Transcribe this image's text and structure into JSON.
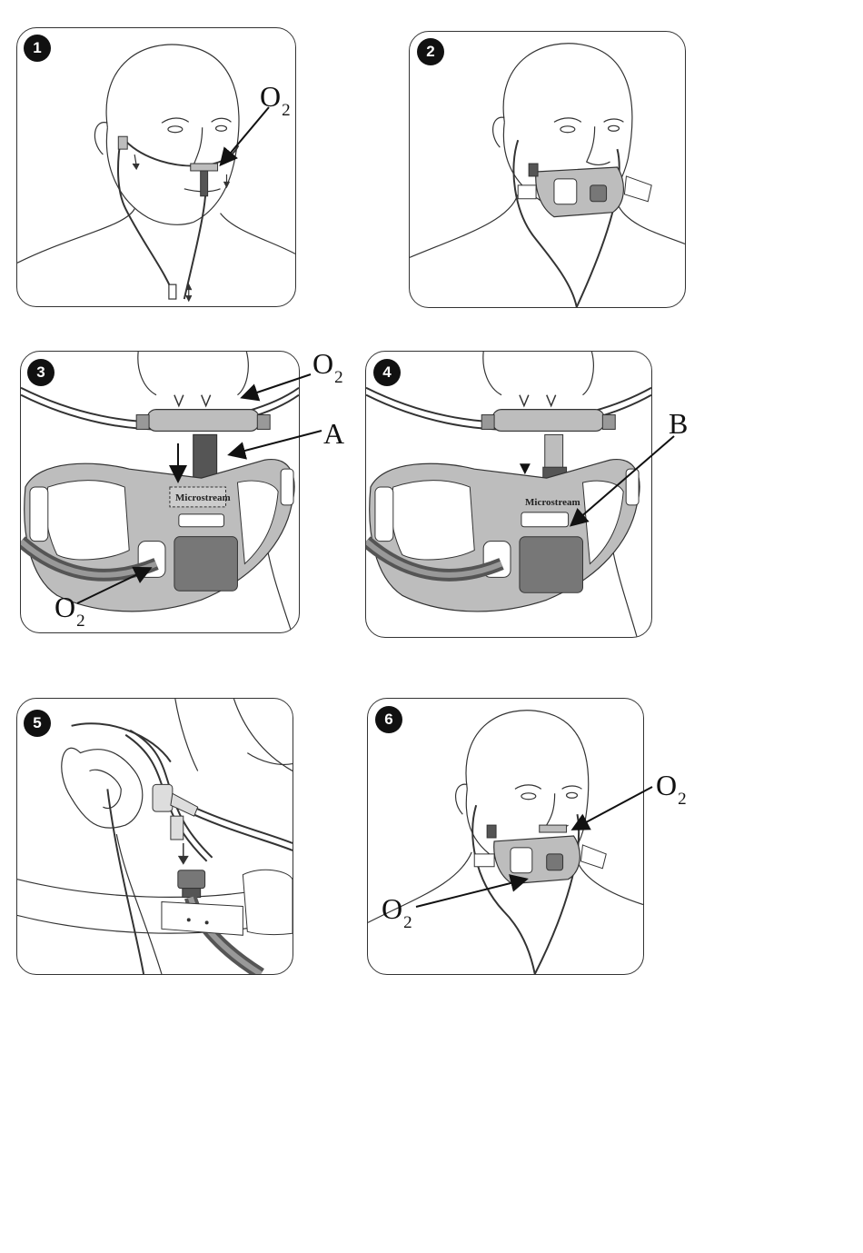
{
  "steps": [
    {
      "number": "1"
    },
    {
      "number": "2"
    },
    {
      "number": "3"
    },
    {
      "number": "4"
    },
    {
      "number": "5"
    },
    {
      "number": "6"
    }
  ],
  "labels": {
    "o": "O",
    "two": "2",
    "a": "A",
    "b": "B"
  },
  "mask_brand": "Microstream",
  "colors": {
    "line": "#333333",
    "mask_fill": "#bdbdbd",
    "tube_dark": "#555555",
    "badge": "#111111"
  }
}
